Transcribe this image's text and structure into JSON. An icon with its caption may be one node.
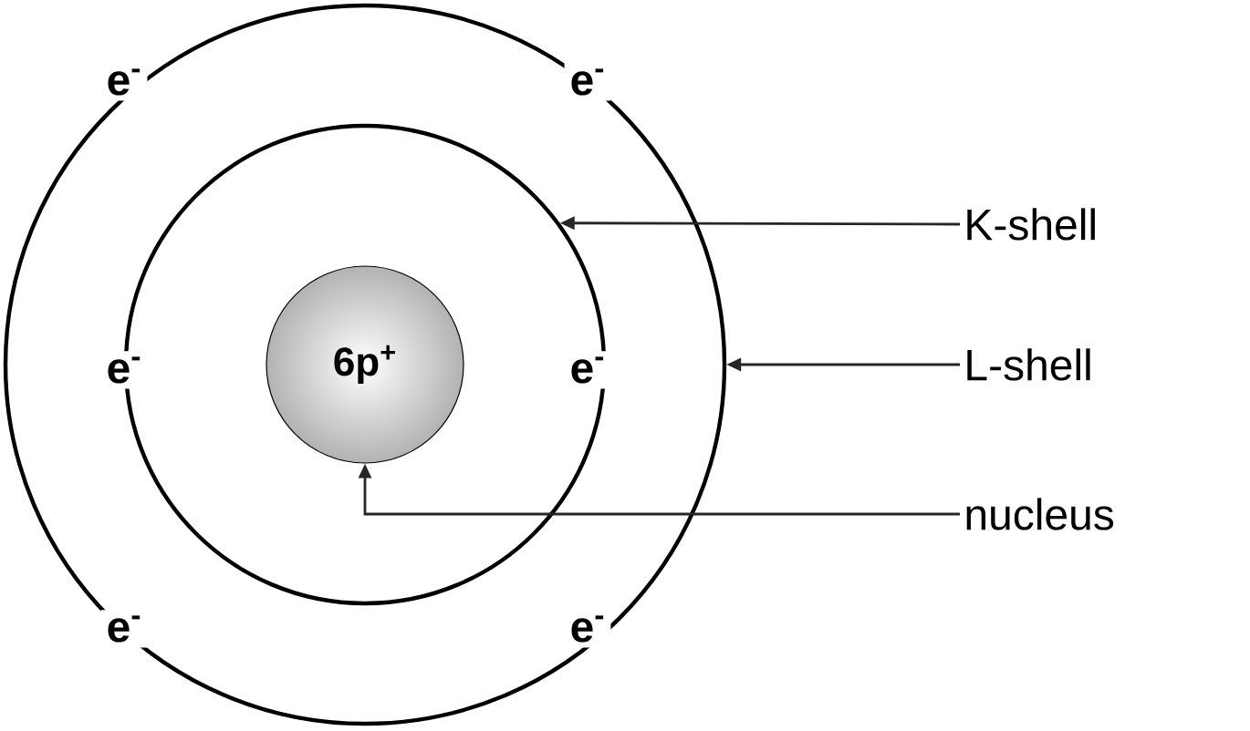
{
  "diagram": {
    "nodes": [
      {
        "text": [],
        "shape": "circle"
      },
      {
        "text": [],
        "shape": "circle",
        "in": 0
      },
      {
        "text": [
          "6p$^{+}$"
        ],
        "in": 1
      },
      {
        "text": [
          "K-shell"
        ]
      },
      {
        "text": [
          "L-shell"
        ]
      },
      {
        "text": [
          "nucleus"
        ]
      }
    ],
    "edges": [
      {
        "from": 3,
        "to": 1,
        "arrow": "to"
      },
      {
        "from": 4,
        "to": 0,
        "arrow": "to"
      },
      {
        "from": 5,
        "to": 2,
        "arrow": "to"
      }
    ],
    "labels": [
      "e$^{-}$",
      "e$^{-}$",
      "e$^{-}$",
      "e$^{-}$",
      "e$^{-}$",
      "e$^{-}$"
    ]
  }
}
